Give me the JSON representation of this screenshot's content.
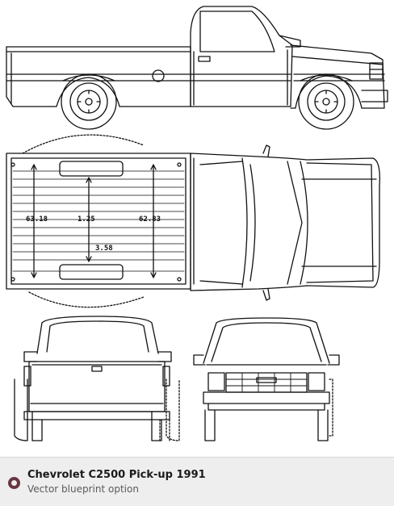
{
  "caption": {
    "title": "Chevrolet C2500 Pick-up 1991",
    "subtitle": "Vector blueprint option",
    "icon": "blueprint-option-icon"
  },
  "top_view_dimensions": [
    "63.18",
    "1.25",
    "62.83",
    "3.58"
  ],
  "colors": {
    "line": "#111111",
    "caption_bg": "#eeeeee",
    "icon": "#6b3340"
  }
}
